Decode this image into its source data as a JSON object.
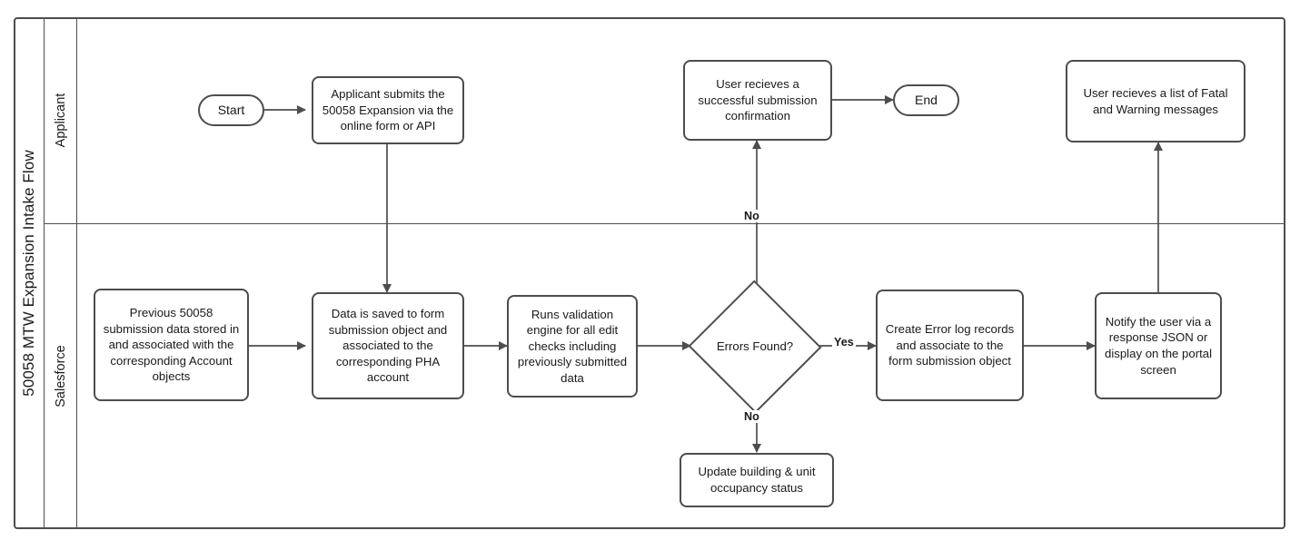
{
  "pool": {
    "title": "50058 MTW Expansion Intake Flow",
    "lanes": [
      {
        "id": "applicant",
        "label": "Applicant"
      },
      {
        "id": "salesforce",
        "label": "Salesforce"
      }
    ]
  },
  "nodes": {
    "start": {
      "label": "Start",
      "type": "terminator",
      "lane": "applicant"
    },
    "submit": {
      "label": "Applicant submits the 50058 Expansion via the online form or API",
      "type": "process",
      "lane": "applicant"
    },
    "confirmation": {
      "label": "User recieves a successful submission confirmation",
      "type": "process",
      "lane": "applicant"
    },
    "end": {
      "label": "End",
      "type": "terminator",
      "lane": "applicant"
    },
    "messages": {
      "label": "User recieves a list of Fatal and Warning messages",
      "type": "process",
      "lane": "applicant"
    },
    "previous_data": {
      "label": "Previous 50058 submission data stored in and associated with the corresponding Account objects",
      "type": "process",
      "lane": "salesforce"
    },
    "saved": {
      "label": "Data is saved to form submission object and associated to the corresponding PHA account",
      "type": "process",
      "lane": "salesforce"
    },
    "validation": {
      "label": "Runs validation engine for all edit checks including previously submitted data",
      "type": "process",
      "lane": "salesforce"
    },
    "errors_found": {
      "label": "Errors Found?",
      "type": "decision",
      "lane": "salesforce"
    },
    "error_log": {
      "label": "Create Error log records and associate to the form submission object",
      "type": "process",
      "lane": "salesforce"
    },
    "notify": {
      "label": "Notify the user via a response JSON or display on the portal screen",
      "type": "process",
      "lane": "salesforce"
    },
    "occupancy": {
      "label": "Update building & unit occupancy status",
      "type": "process",
      "lane": "salesforce"
    }
  },
  "edge_labels": {
    "errors_no_up": "No",
    "errors_yes": "Yes",
    "errors_no_down": "No"
  },
  "colors": {
    "stroke": "#4d4d4d",
    "text": "#1a1a1a",
    "background": "#ffffff"
  }
}
